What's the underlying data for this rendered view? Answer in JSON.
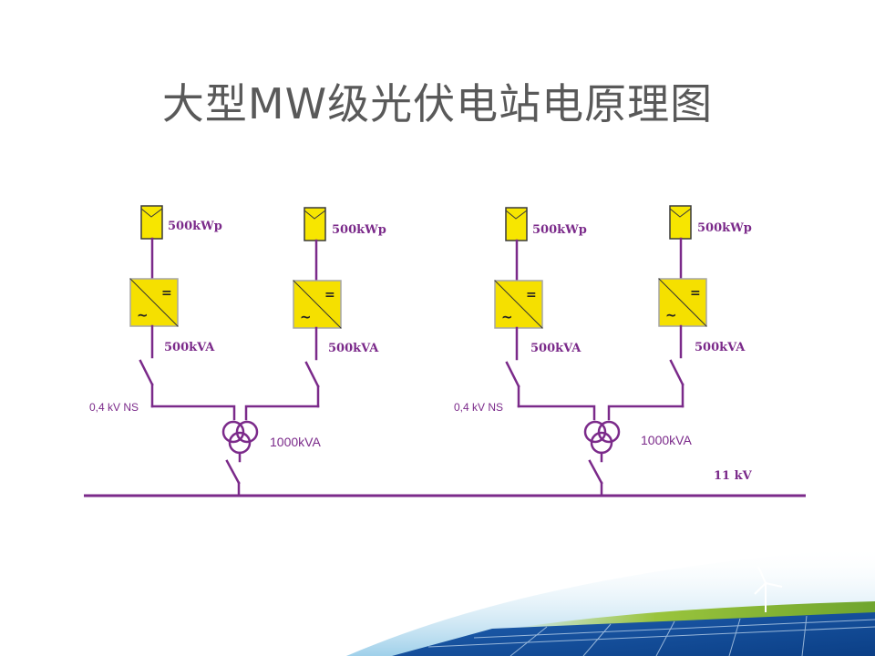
{
  "title": "大型MW级光伏电站电原理图",
  "colors": {
    "line": "#7b2a8a",
    "panel_fill": "#f7e600",
    "panel_stroke": "#3a3a3a",
    "inverter_fill": "#f5e000",
    "title_text": "#595959"
  },
  "groups": [
    {
      "lv_label": "0,4 kV NS",
      "transformer_label": "1000kVA",
      "branches": [
        {
          "panel_label": "500kWp",
          "inverter_label": "500kVA"
        },
        {
          "panel_label": "500kWp",
          "inverter_label": "500kVA"
        }
      ]
    },
    {
      "lv_label": "0,4 kV NS",
      "transformer_label": "1000kVA",
      "branches": [
        {
          "panel_label": "500kWp",
          "inverter_label": "500kVA"
        },
        {
          "panel_label": "500kWp",
          "inverter_label": "500kVA"
        }
      ]
    }
  ],
  "bus_label": "11 kV",
  "icons": {
    "pv_panel": "pv-panel-icon",
    "inverter": "inverter-icon",
    "transformer": "transformer-icon",
    "switch": "switch-icon"
  }
}
